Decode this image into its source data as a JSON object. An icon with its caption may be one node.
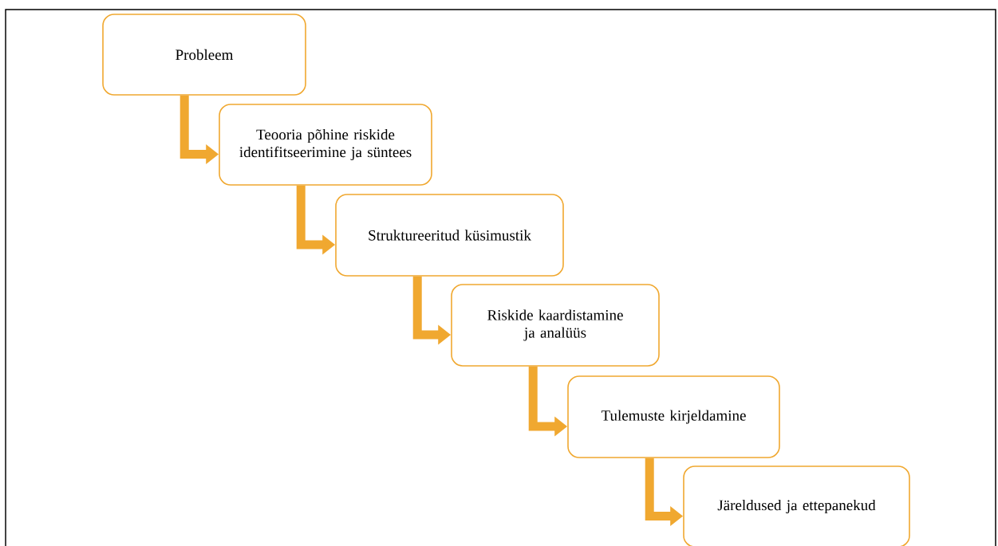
{
  "diagram": {
    "nodes": [
      {
        "text": [
          "Probleem"
        ]
      },
      {
        "text": [
          "Teooria põhine riskide identifitseerimine ja süntees"
        ]
      },
      {
        "text": [
          "Struktureeritud küsimustik"
        ]
      },
      {
        "text": [
          "Riskide kaardistamine ja analüüs"
        ]
      },
      {
        "text": [
          "Tulemuste kirjeldamine"
        ]
      },
      {
        "text": [
          "Järeldused ja ettepanekud"
        ]
      }
    ],
    "edges": [
      {
        "from": 0,
        "to": 1,
        "arrow": "to"
      },
      {
        "from": 1,
        "to": 2,
        "arrow": "to"
      },
      {
        "from": 2,
        "to": 3,
        "arrow": "to"
      },
      {
        "from": 3,
        "to": 4,
        "arrow": "to"
      },
      {
        "from": 4,
        "to": 5,
        "arrow": "to"
      }
    ]
  }
}
